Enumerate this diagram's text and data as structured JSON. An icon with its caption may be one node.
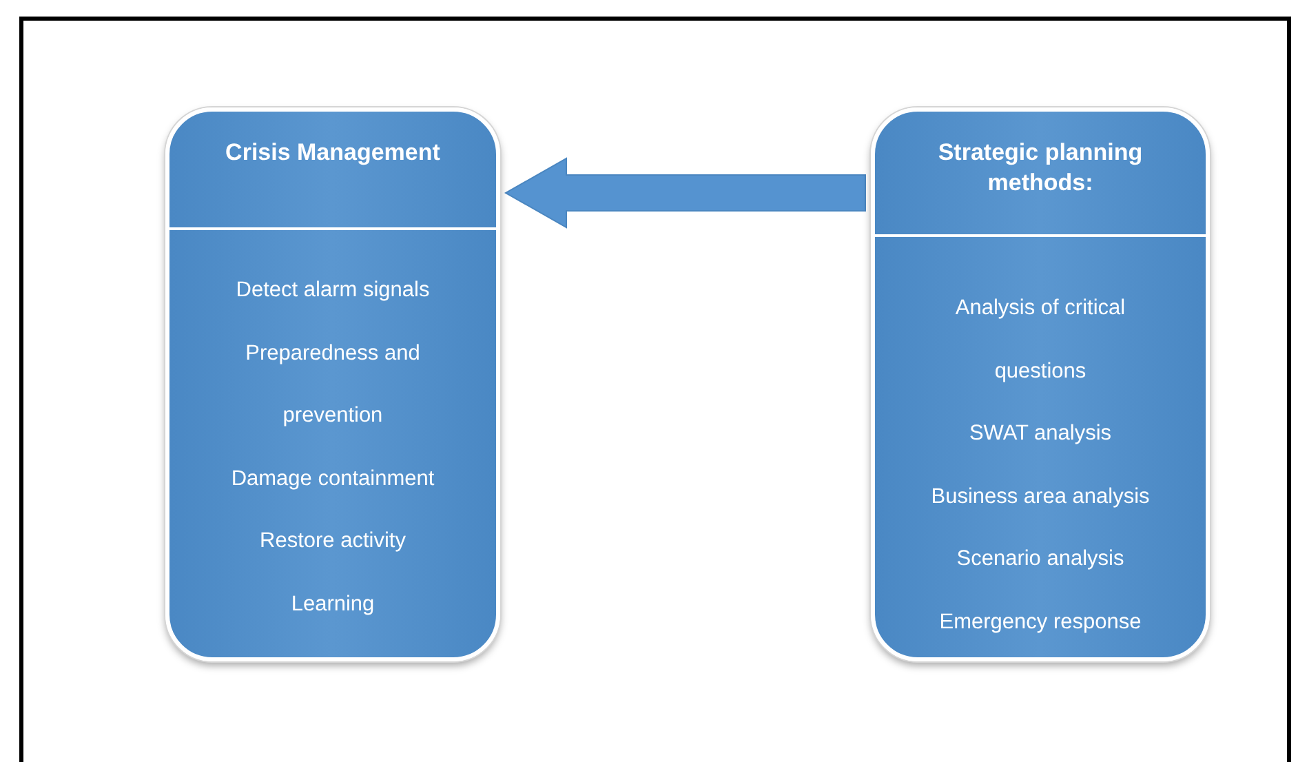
{
  "diagram": {
    "nodes": [
      {
        "text": [
          "Crisis Management",
          "Detect alarm signals",
          "Preparedness and prevention",
          "Damage containment",
          "Restore activity",
          "Learning"
        ]
      },
      {
        "text": [
          "Strategic planning methods:",
          "Analysis of critical questions",
          "SWAT analysis",
          "Business area analysis",
          "Scenario analysis",
          "Emergency response"
        ]
      }
    ],
    "edges": [
      {
        "from": 1,
        "to": 0,
        "arrow": "to"
      }
    ]
  }
}
